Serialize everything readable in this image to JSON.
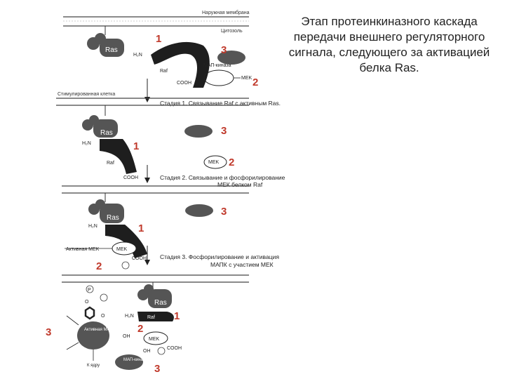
{
  "title": "Этап протеинкиназного каскада передачи внешнего регуляторного сигнала, следующего за активацией белка Ras.",
  "header": {
    "membrane": "Наружная мембрана",
    "cytosol": "Цитозоль",
    "stimulus": "Стимулированная клетка"
  },
  "molecules": {
    "ras": "Ras",
    "raf": "Raf",
    "mek": "MEK",
    "map_kinase": "МАП-киназа",
    "h2n": "H₂N",
    "cooh": "COOH",
    "active_mek": "Активная MEK",
    "active_mapk": "Активная МАП-киназа",
    "mapk": "МАП-киназа",
    "to_nucleus": "К ядру",
    "oh": "OH",
    "o": "O",
    "p": "P"
  },
  "stages": {
    "s1": "Стадия 1. Связывание Raf с активным Ras.",
    "s2a": "Стадия 2. Связывание и фосфорилирование",
    "s2b": "МЕК белком Raf",
    "s3a": "Стадия 3. Фосфорилирование и активация",
    "s3b": "МАПК с участием МЕК"
  },
  "markers": {
    "one": "1",
    "two": "2",
    "three": "3"
  },
  "colors": {
    "marker": "#c0392b",
    "protein_dark": "#1e1e1e",
    "protein_gray": "#555555"
  }
}
